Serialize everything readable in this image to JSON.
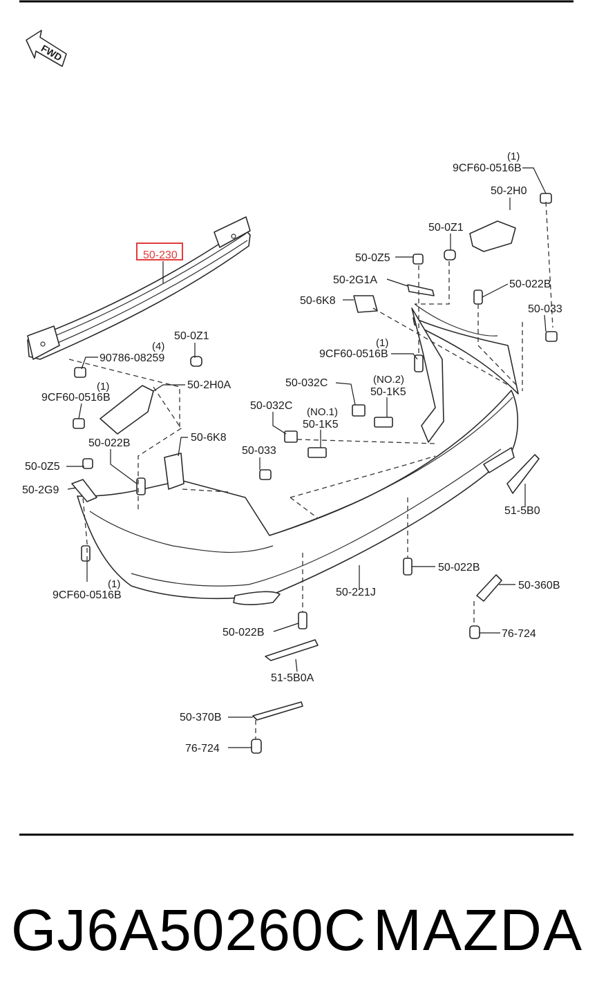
{
  "diagram": {
    "direction_label": "FWD",
    "callouts": [
      {
        "key": "c01",
        "text": "9CF60-0516B",
        "qty": "(1)"
      },
      {
        "key": "c02",
        "text": "50-2H0",
        "qty": ""
      },
      {
        "key": "c03",
        "text": "50-0Z1",
        "qty": ""
      },
      {
        "key": "c04",
        "text": "50-0Z5",
        "qty": ""
      },
      {
        "key": "c05",
        "text": "50-2G1A",
        "qty": ""
      },
      {
        "key": "c06",
        "text": "50-022B",
        "qty": ""
      },
      {
        "key": "c07",
        "text": "50-6K8",
        "qty": ""
      },
      {
        "key": "c08",
        "text": "50-033",
        "qty": ""
      },
      {
        "key": "c09",
        "text": "50-230",
        "qty": ""
      },
      {
        "key": "c10",
        "text": "9CF60-0516B",
        "qty": "(1)"
      },
      {
        "key": "c11",
        "text": "50-0Z1",
        "qty": ""
      },
      {
        "key": "c12",
        "text": "90786-08259",
        "qty": "(4)"
      },
      {
        "key": "c13",
        "text": "50-032C",
        "qty": ""
      },
      {
        "key": "c14",
        "text": "50-1K5",
        "qty": "(NO.2)"
      },
      {
        "key": "c15",
        "text": "9CF60-0516B",
        "qty": "(1)"
      },
      {
        "key": "c16",
        "text": "50-2H0A",
        "qty": ""
      },
      {
        "key": "c17",
        "text": "50-032C",
        "qty": ""
      },
      {
        "key": "c18",
        "text": "50-1K5",
        "qty": "(NO.1)"
      },
      {
        "key": "c19",
        "text": "50-6K8",
        "qty": ""
      },
      {
        "key": "c20",
        "text": "50-022B",
        "qty": ""
      },
      {
        "key": "c21",
        "text": "50-033",
        "qty": ""
      },
      {
        "key": "c22",
        "text": "50-0Z5",
        "qty": ""
      },
      {
        "key": "c23",
        "text": "50-2G9",
        "qty": ""
      },
      {
        "key": "c24",
        "text": "51-5B0",
        "qty": ""
      },
      {
        "key": "c25",
        "text": "50-022B",
        "qty": ""
      },
      {
        "key": "c26",
        "text": "50-221J",
        "qty": ""
      },
      {
        "key": "c27",
        "text": "9CF60-0516B",
        "qty": "(1)"
      },
      {
        "key": "c28",
        "text": "50-360B",
        "qty": ""
      },
      {
        "key": "c29",
        "text": "50-022B",
        "qty": ""
      },
      {
        "key": "c30",
        "text": "76-724",
        "qty": ""
      },
      {
        "key": "c31",
        "text": "51-5B0A",
        "qty": ""
      },
      {
        "key": "c32",
        "text": "50-370B",
        "qty": ""
      },
      {
        "key": "c33",
        "text": "76-724",
        "qty": ""
      }
    ],
    "highlight_key": "c09",
    "highlight_color": "#e23b3b"
  },
  "footer": {
    "part_number": "GJ6A50260C",
    "brand": "MAZDA"
  }
}
